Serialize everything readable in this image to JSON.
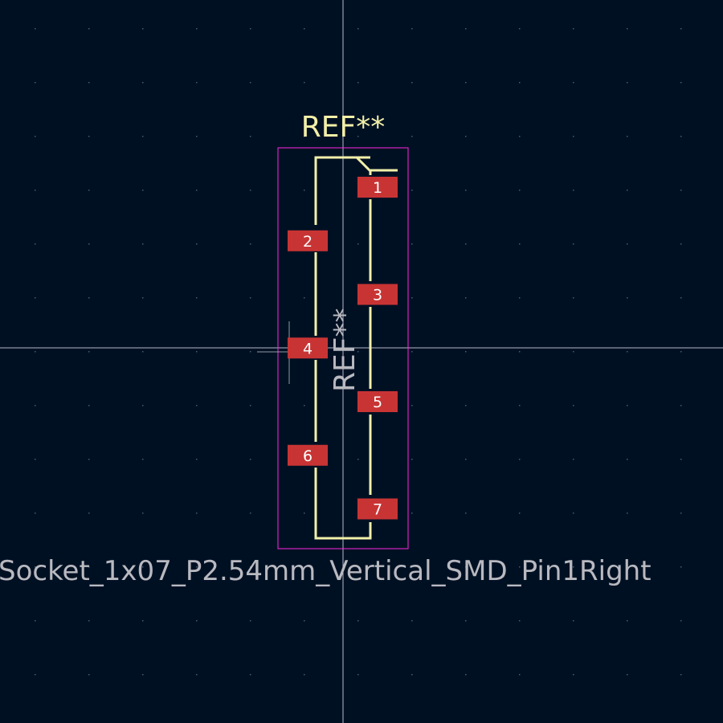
{
  "footprint": {
    "reference_top": "REF**",
    "reference_fab": "REF**",
    "value": "Socket_1x07_P2.54mm_Vertical_SMD_Pin1Right"
  },
  "pads": [
    {
      "number": "1",
      "side": "right"
    },
    {
      "number": "2",
      "side": "left"
    },
    {
      "number": "3",
      "side": "right"
    },
    {
      "number": "4",
      "side": "left"
    },
    {
      "number": "5",
      "side": "right"
    },
    {
      "number": "6",
      "side": "left"
    },
    {
      "number": "7",
      "side": "right"
    }
  ],
  "colors": {
    "background": "#001023",
    "grid": "#4a5a70",
    "axes": "#d6d6e6",
    "silkscreen": "#f2efa8",
    "courtyard": "#ff26e2",
    "pad": "#c83434",
    "fab_text": "#b9b9c0"
  }
}
